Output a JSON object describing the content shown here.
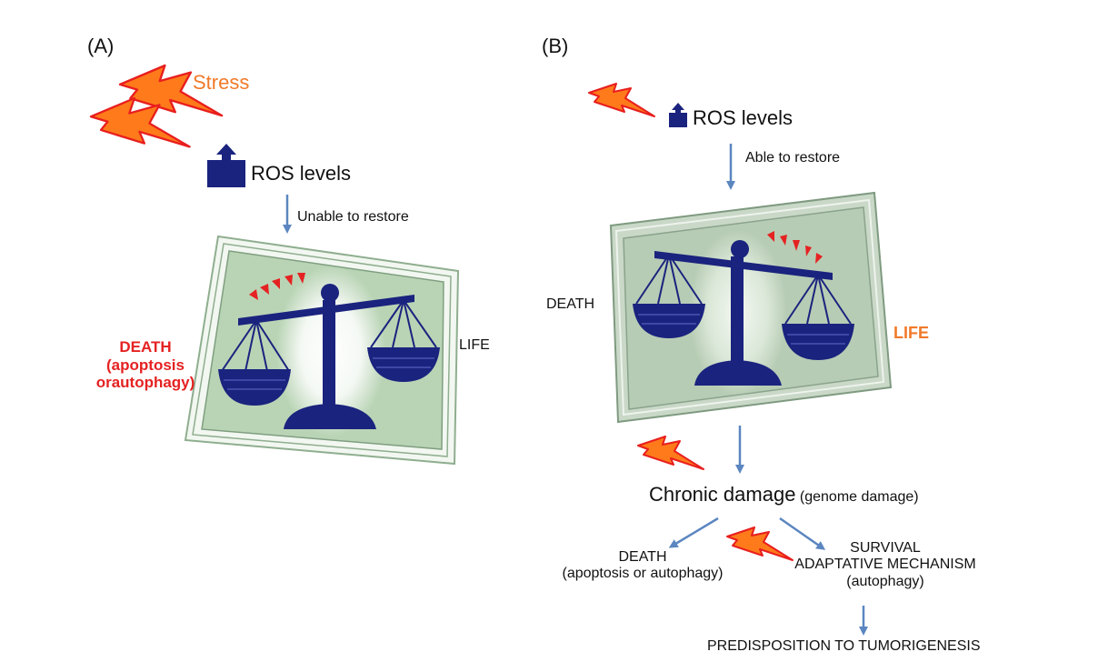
{
  "colors": {
    "stress": "#f07a2a",
    "bolt_fill": "#ff7a1a",
    "bolt_stroke": "#e81e1e",
    "arrow": "#5b86c0",
    "scale": "#1a237e",
    "death_a": "#e52222",
    "life_b": "#f07a2a",
    "frame_bg": "#b9d4b5",
    "frame_border": "#6e8c70"
  },
  "icons": [
    "lightning-bolt-icon",
    "ros-up-box-icon",
    "balance-scale-icon",
    "down-arrow-icon"
  ],
  "panel_a": {
    "label": "(A)",
    "stress": "Stress",
    "ros": "ROS levels",
    "arrow_label": "Unable to restore",
    "death_title": "DEATH",
    "death_line2": "(apoptosis",
    "death_line3": "orautophagy)",
    "life": "LIFE"
  },
  "panel_b": {
    "label": "(B)",
    "ros": "ROS levels",
    "arrow_label": "Able to restore",
    "death": "DEATH",
    "life": "LIFE",
    "chronic_main": "Chronic damage",
    "chronic_sub": "(genome damage)",
    "death_title": "DEATH",
    "death_sub": "(apoptosis or autophagy)",
    "survival_line1": "SURVIVAL",
    "survival_line2": "ADAPTATIVE MECHANISM",
    "survival_line3": "(autophagy)",
    "predisposition": "PREDISPOSITION TO TUMORIGENESIS"
  }
}
